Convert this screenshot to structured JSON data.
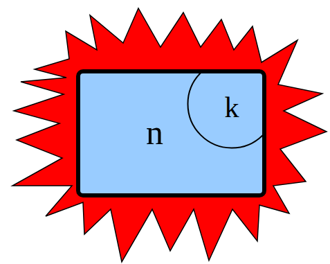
{
  "diagram": {
    "nodes": [
      {
        "text": [
          "n"
        ]
      },
      {
        "text": [
          "k"
        ],
        "in": 0
      }
    ]
  }
}
